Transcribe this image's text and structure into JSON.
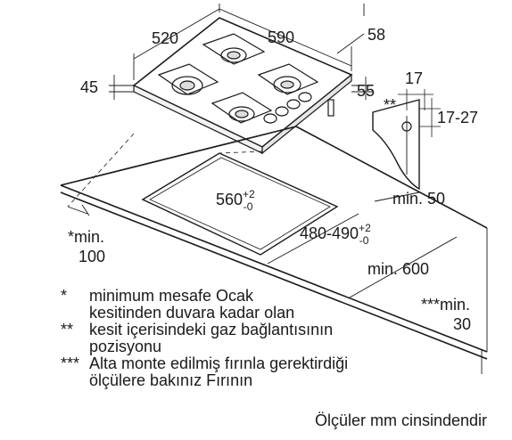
{
  "dimensions": {
    "hob_width": "520",
    "hob_depth": "590",
    "hob_back": "58",
    "hob_height": "45",
    "hob_side": "55",
    "pipe_offset": "17",
    "pipe_height": "17-27",
    "pipe_mark": "**",
    "wall_gap": "min. 50",
    "cutout_width_base": "560",
    "cutout_width_plus": "+2",
    "cutout_width_minus": "-0",
    "cutout_depth_base": "480-490",
    "cutout_depth_plus": "+2",
    "cutout_depth_minus": "-0",
    "min_front_label": "*min.",
    "min_front_value": "100",
    "min_depth": "min. 600",
    "min_below_label": "***min.",
    "min_below_value": "30"
  },
  "notes": [
    {
      "mark": "*",
      "lines": [
        "minimum mesafe Ocak",
        "kesitinden duvara kadar olan"
      ]
    },
    {
      "mark": "**",
      "lines": [
        "kesit içerisindeki gaz bağlantısının",
        "pozisyonu"
      ]
    },
    {
      "mark": "***",
      "lines": [
        "Alta monte edilmiş fırınla gerektirdiği",
        "ölçülere bakınız Fırının"
      ]
    }
  ],
  "unit_note": "Ölçüler mm cinsindendir",
  "colors": {
    "line": "#1a1a1a",
    "background": "#ffffff"
  }
}
